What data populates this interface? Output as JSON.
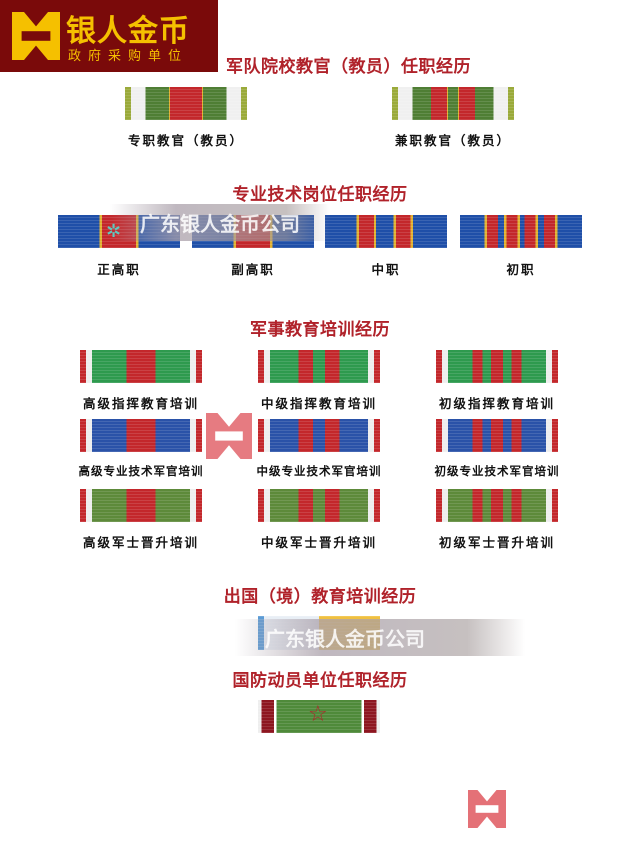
{
  "logo": {
    "name": "银人金币",
    "tagline": "政府采购单位"
  },
  "sections": [
    {
      "title": "军队院校教官（教员）任职经历",
      "ribbons": [
        "专职教官（教员）",
        "兼职教官（教员）"
      ]
    },
    {
      "title": "专业技术岗位任职经历",
      "ribbons": [
        "正高职",
        "副高职",
        "中职",
        "初职"
      ]
    },
    {
      "title": "军事教育培训经历",
      "ribbons": [
        "高级指挥教育培训",
        "中级指挥教育培训",
        "初级指挥教育培训",
        "高级专业技术军官培训",
        "中级专业技术军官培训",
        "初级专业技术军官培训",
        "高级军士晋升培训",
        "中级军士晋升培训",
        "初级军士晋升培训"
      ]
    },
    {
      "title": "出国（境）教育培训经历"
    },
    {
      "title": "国防动员单位任职经历"
    }
  ],
  "watermark": "广东银人金币公司",
  "colors": {
    "brand": "#7a0a0a",
    "title": "#b0222a",
    "logo_gold": "#f5c000"
  }
}
